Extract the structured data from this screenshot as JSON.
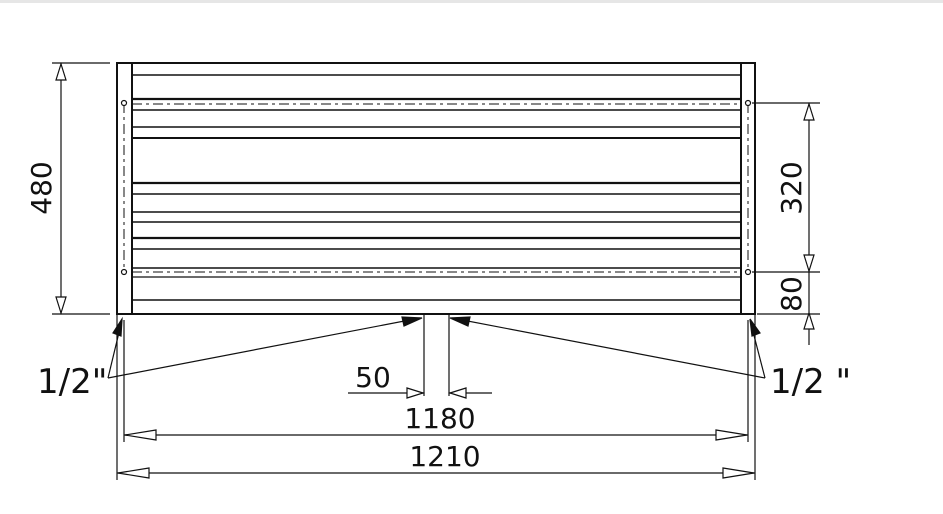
{
  "colors": {
    "line": "#111111",
    "fill": "#ffffff",
    "arrow_fill": "#ffffff",
    "background": "#ffffff"
  },
  "dimensions": {
    "overall_height": "480",
    "hole_spacing": "320",
    "hole_edge_offset": "80",
    "center_gap": "50",
    "inner_width": "1180",
    "overall_width": "1210"
  },
  "callouts": {
    "thread_left": "1/2\"",
    "thread_right": "1/2 \""
  }
}
